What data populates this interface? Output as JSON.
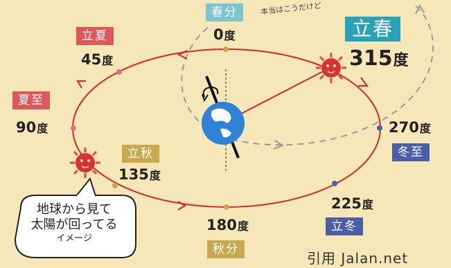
{
  "colors": {
    "background": "#f6e7b8",
    "orbit": "#d9232e",
    "equinox_tag": "#7cc4cf",
    "solstice_tag": "#e0565d",
    "summer_start_tag": "#e0565d",
    "spring_start_tag": "#2aa3b8",
    "autumn_tag": "#c8a94e",
    "winter_tag": "#4b5fa8",
    "dot_pink": "#e06a8c",
    "dot_gold": "#c8a94e",
    "dot_blue": "#3f63b3"
  },
  "icons": [
    "sun-face-icon",
    "earth-globe-icon",
    "rotation-arrow-icon"
  ],
  "points": {
    "shunbun": {
      "label": "春分",
      "degree": "0",
      "unit": "度"
    },
    "rikka": {
      "label": "立夏",
      "degree": "45",
      "unit": "度"
    },
    "geshi": {
      "label": "夏至",
      "degree": "90",
      "unit": "度"
    },
    "risshu": {
      "label": "立秋",
      "degree": "135",
      "unit": "度"
    },
    "shubun": {
      "label": "秋分",
      "degree": "180",
      "unit": "度"
    },
    "ritto": {
      "label": "立冬",
      "degree": "225",
      "unit": "度"
    },
    "toji": {
      "label": "冬至",
      "degree": "270",
      "unit": "度"
    },
    "risshun": {
      "label": "立春",
      "degree": "315",
      "unit": "度"
    }
  },
  "note": "本当はこうだけど",
  "bubble": {
    "line1": "地球から見て",
    "line2": "太陽が回ってる",
    "line3": "イメージ"
  },
  "citation": "引用 Jalan.net"
}
